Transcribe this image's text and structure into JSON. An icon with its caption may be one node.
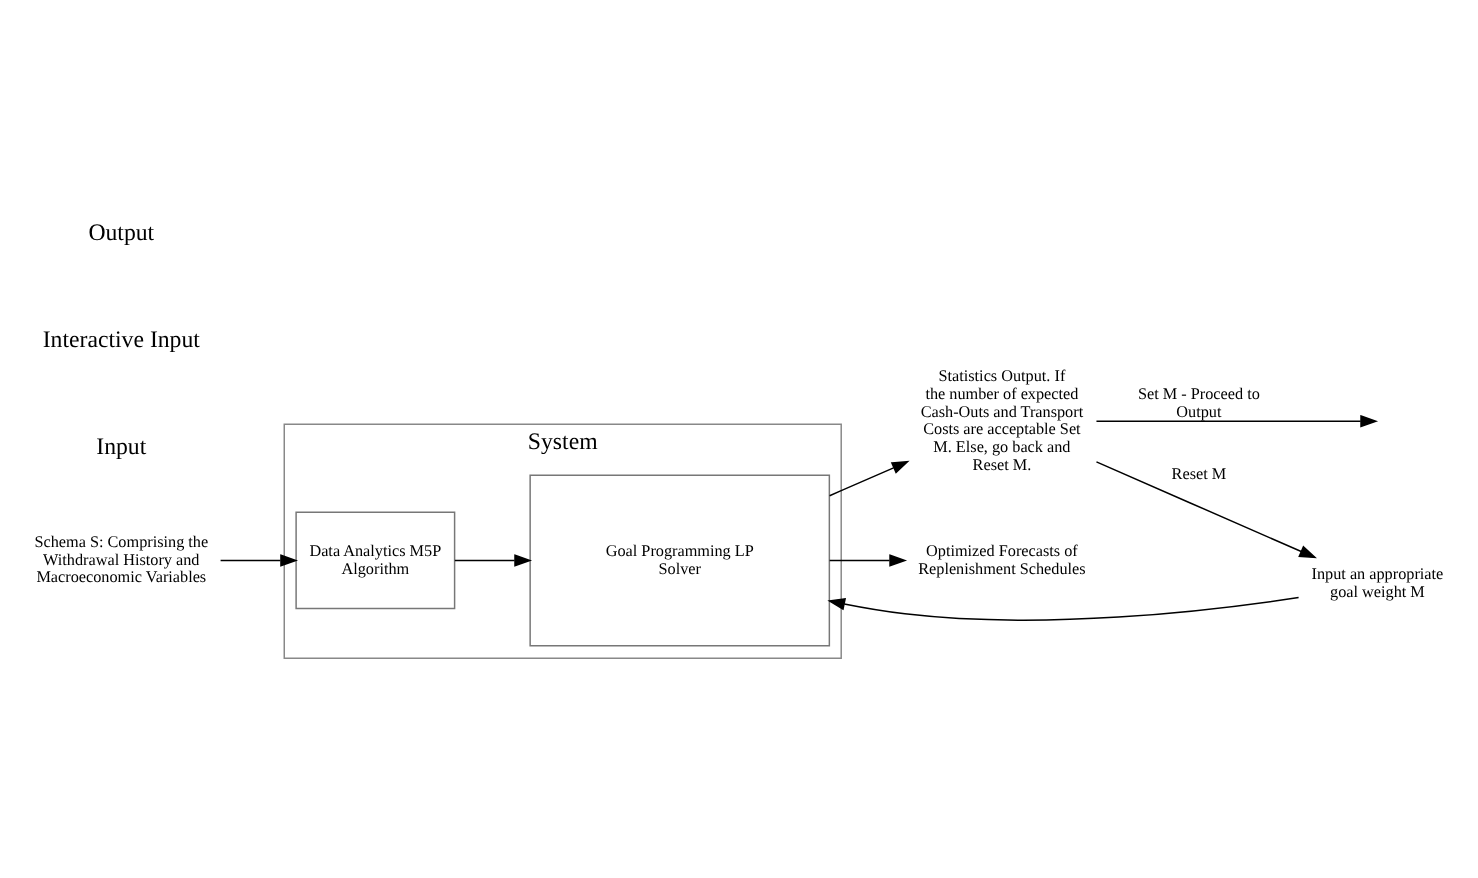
{
  "diagram": {
    "nodes": [
      {
        "text": [
          "System"
        ]
      },
      {
        "text": [
          "Data Analytics M5P Algorithm"
        ],
        "in": 0
      },
      {
        "text": [
          "Goal Programming LP Solver"
        ],
        "in": 0
      },
      {
        "text": [
          "Schema S: Comprising the Withdrawal History and Macroeconomic Variables"
        ]
      },
      {
        "text": [
          "Input an appropriate goal weight M"
        ]
      },
      {
        "text": [
          "Statistics Output. If the number of expected Cash-Outs and Transport Costs are acceptable Set M. Else, go back and Reset M."
        ]
      },
      {
        "text": [
          "Optimized Forecasts of Replenishment Schedules"
        ]
      }
    ],
    "edges": [
      {
        "from": 3,
        "to": 1,
        "arrow": "to"
      },
      {
        "from": 1,
        "to": 2,
        "arrow": "to"
      },
      {
        "from": 4,
        "to": 2,
        "arrow": "to"
      },
      {
        "from": 2,
        "to": 5,
        "arrow": "to"
      },
      {
        "from": 5,
        "to": 4,
        "arrow": "to",
        "label": "Reset M"
      },
      {
        "from": 2,
        "to": 6,
        "arrow": "to"
      },
      {
        "from": 5,
        "to": null,
        "arrow": "to",
        "label": "Set M - Proceed to Output"
      }
    ],
    "labels": [
      "Input",
      "Interactive Input",
      "Output"
    ]
  }
}
